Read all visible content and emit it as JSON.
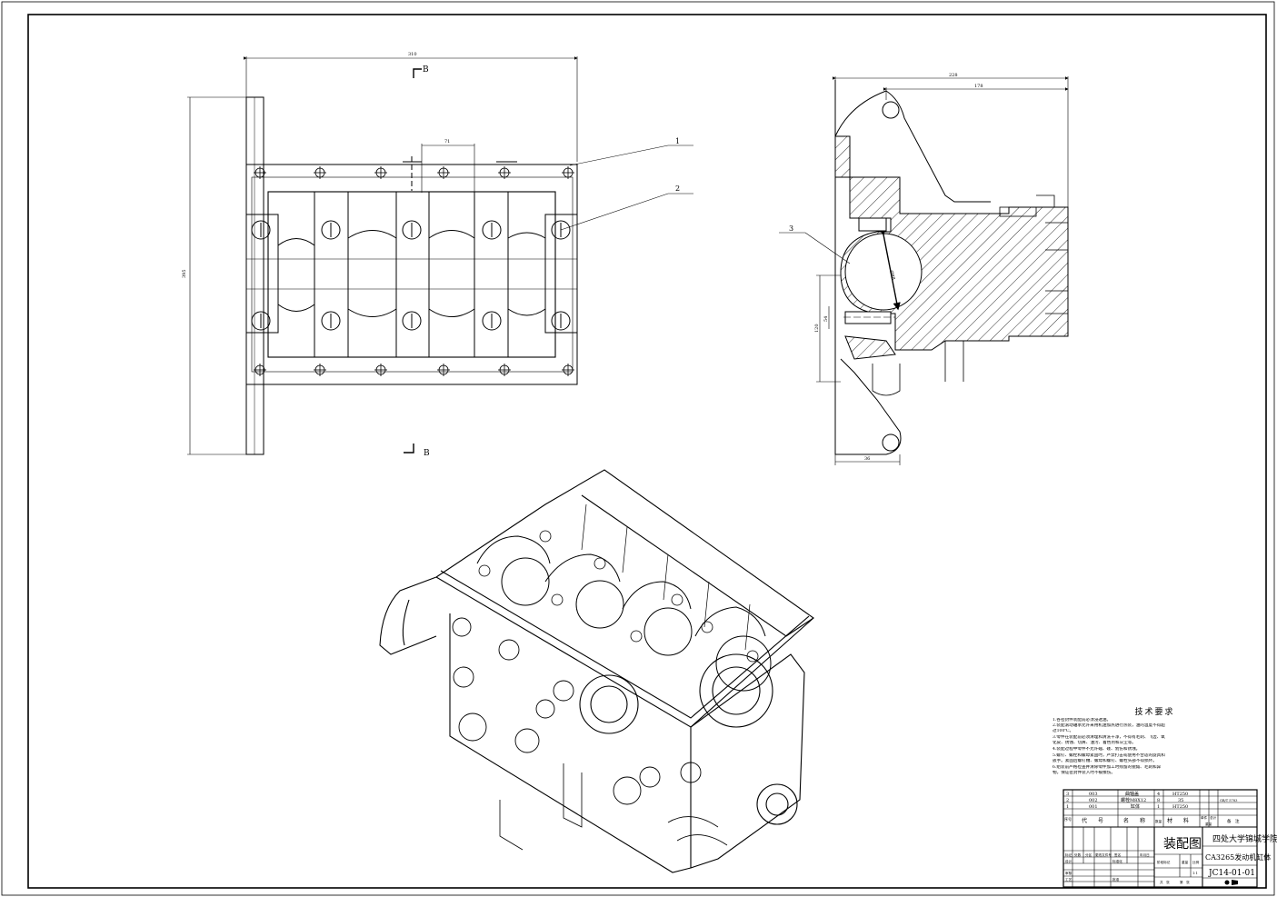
{
  "drawing": {
    "dimensions": {
      "top_width": "310",
      "left_height": "395",
      "gap_71": "71",
      "side_228": "228",
      "side_178": "178",
      "side_dia": "Ø88",
      "side_120": "120",
      "side_54": "54",
      "side_36": "36"
    },
    "section_markers": {
      "top": "B",
      "bottom": "B"
    },
    "balloons": [
      "1",
      "2",
      "3"
    ]
  },
  "technical_requirements": {
    "title": "技术要求",
    "items": [
      "1.各密封件装配前必须浸透油。",
      "2.装配滚动轴承允许采用机油加热进行热装，油的温度不得超",
      "过100℃。",
      "3.零件在装配前必须清理和清洗干净，不得有毛刺、飞边、氧",
      "化皮、锈蚀、切屑、油污、着色剂和灰尘等。",
      "4.装配过程中零件不允许磕、碰、划伤和锈蚀。",
      "5.螺钉、螺栓和螺母紧固时，严禁打击或使用不合适的旋具和",
      "扳手。紧固后螺钉槽、螺母和螺钉、螺栓头部不得损坏。",
      "6.组装前严格检查并清除零件加工时残留的锐角、毛刺和异",
      "物。保证密封件装入时不被擦伤。"
    ]
  },
  "bom": {
    "rows": [
      {
        "index": "3",
        "code": "003",
        "name": "曲轴盖",
        "qty": "4",
        "material": "HT250"
      },
      {
        "index": "2",
        "code": "002",
        "name": "螺栓M8X12",
        "qty": "8",
        "material": "35"
      },
      {
        "index": "1",
        "code": "001",
        "name": "缸体",
        "qty": "1",
        "material": "HT250"
      }
    ],
    "standard": "GB/T 5783",
    "headers": {
      "index": "序号",
      "code": "代　　号",
      "name": "名　　称",
      "qty": "数量",
      "material": "材　　料",
      "unit_weight": "单件",
      "total_weight": "总计",
      "weight": "重量",
      "remark": "备　注"
    }
  },
  "title_block": {
    "drawing_type": "装配图",
    "school": "四处大学锦城学院",
    "part_name": "CA3265发动机缸体",
    "drawing_number": "JC14-01-01",
    "labels": {
      "marker": "标记",
      "count": "处数",
      "zone": "分区",
      "change_doc": "更改文件号",
      "signature": "签名",
      "date": "年月日",
      "design": "设计",
      "standardize": "标准化",
      "review": "审核",
      "process": "工艺",
      "approve": "批准",
      "stage": "阶段标记",
      "weight": "重量",
      "scale": "比例",
      "sheet_total": "共　张",
      "sheet_no": "第　张",
      "scale_value": "1:1"
    }
  }
}
